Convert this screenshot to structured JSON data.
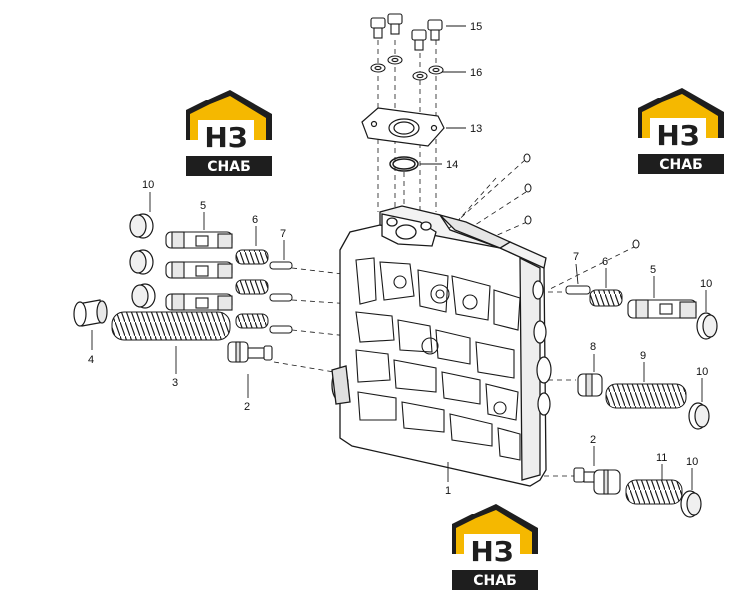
{
  "logo": {
    "mark": "НЗ",
    "word": "СНАБ",
    "colors": {
      "yellow": "#f5b800",
      "dark": "#1e1e1e",
      "white": "#ffffff"
    }
  },
  "callouts": {
    "c1": "1",
    "c2a": "2",
    "c2b": "2",
    "c3": "3",
    "c4": "4",
    "c5a": "5",
    "c5b": "5",
    "c6a": "6",
    "c6b": "6",
    "c7a": "7",
    "c7b": "7",
    "c8": "8",
    "c9": "9",
    "c10a": "10",
    "c10b": "10",
    "c10c": "10",
    "c10d": "10",
    "c11": "11",
    "c13": "13",
    "c14": "14",
    "c15": "15",
    "c16": "16"
  },
  "colors": {
    "line": "#1a1a1a",
    "body": "#ffffff"
  }
}
